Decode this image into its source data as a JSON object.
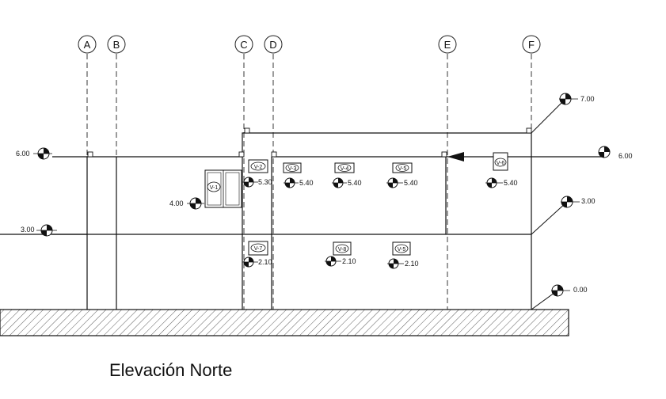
{
  "title": "Elevación Norte",
  "grid_axes": [
    "A",
    "B",
    "C",
    "D",
    "E",
    "F"
  ],
  "level_marks": [
    "7.00",
    "6.00",
    "6.00",
    "4.00",
    "3.00",
    "3.00",
    "0.00"
  ],
  "windows": [
    {
      "tag": "V-1"
    },
    {
      "tag": "V-2"
    },
    {
      "tag": "V-3"
    },
    {
      "tag": "V-4"
    },
    {
      "tag": "V-5"
    },
    {
      "tag": "V-6"
    },
    {
      "tag": "V-7"
    },
    {
      "tag": "V-8"
    },
    {
      "tag": "V-5"
    }
  ],
  "window_sill_levels": [
    "5.30",
    "5.40",
    "5.40",
    "5.40",
    "5.40",
    "2.10",
    "2.10",
    "2.10"
  ]
}
